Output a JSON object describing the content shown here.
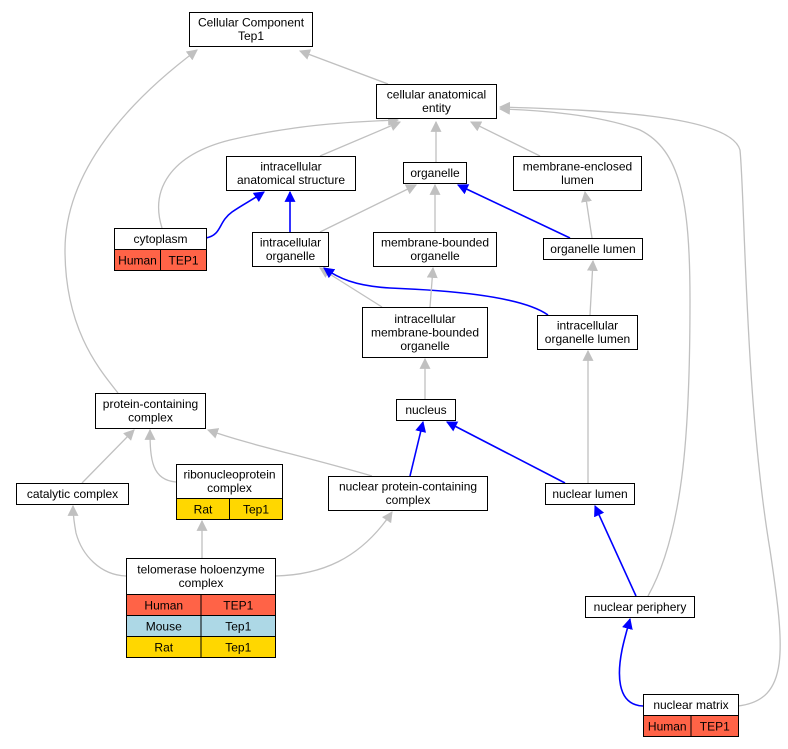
{
  "colors": {
    "human": "#ff6347",
    "mouse": "#add8e6",
    "rat": "#ffd700",
    "edge_gray": "#c0c0c0",
    "edge_blue": "#0000ff"
  },
  "nodes": {
    "cellular_component": {
      "lines": [
        "Cellular Component",
        "Tep1"
      ]
    },
    "cellular_anatomical_entity": {
      "lines": [
        "cellular anatomical",
        "entity"
      ]
    },
    "intracellular_anatomical_structure": {
      "lines": [
        "intracellular",
        "anatomical structure"
      ]
    },
    "organelle": {
      "lines": [
        "organelle"
      ]
    },
    "membrane_enclosed_lumen": {
      "lines": [
        "membrane-enclosed",
        "lumen"
      ]
    },
    "cytoplasm": {
      "lines": [
        "cytoplasm"
      ],
      "rows": [
        {
          "species": "human",
          "cells": [
            "Human",
            "TEP1"
          ]
        }
      ]
    },
    "intracellular_organelle": {
      "lines": [
        "intracellular",
        "organelle"
      ]
    },
    "membrane_bounded_organelle": {
      "lines": [
        "membrane-bounded",
        "organelle"
      ]
    },
    "organelle_lumen": {
      "lines": [
        "organelle lumen"
      ]
    },
    "intracellular_membrane_bounded_organelle": {
      "lines": [
        "intracellular",
        "membrane-bounded",
        "organelle"
      ]
    },
    "intracellular_organelle_lumen": {
      "lines": [
        "intracellular",
        "organelle lumen"
      ]
    },
    "protein_containing_complex": {
      "lines": [
        "protein-containing",
        "complex"
      ]
    },
    "nucleus": {
      "lines": [
        "nucleus"
      ]
    },
    "catalytic_complex": {
      "lines": [
        "catalytic complex"
      ]
    },
    "ribonucleoprotein_complex": {
      "lines": [
        "ribonucleoprotein",
        "complex"
      ],
      "rows": [
        {
          "species": "rat",
          "cells": [
            "Rat",
            "Tep1"
          ]
        }
      ]
    },
    "nuclear_protein_containing_complex": {
      "lines": [
        "nuclear protein-containing",
        "complex"
      ]
    },
    "nuclear_lumen": {
      "lines": [
        "nuclear lumen"
      ]
    },
    "telomerase_holoenzyme_complex": {
      "lines": [
        "telomerase holoenzyme",
        "complex"
      ],
      "rows": [
        {
          "species": "human",
          "cells": [
            "Human",
            "TEP1"
          ]
        },
        {
          "species": "mouse",
          "cells": [
            "Mouse",
            "Tep1"
          ]
        },
        {
          "species": "rat",
          "cells": [
            "Rat",
            "Tep1"
          ]
        }
      ]
    },
    "nuclear_periphery": {
      "lines": [
        "nuclear periphery"
      ]
    },
    "nuclear_matrix": {
      "lines": [
        "nuclear matrix"
      ],
      "rows": [
        {
          "species": "human",
          "cells": [
            "Human",
            "TEP1"
          ]
        }
      ]
    }
  },
  "edges": [
    {
      "from": "cellular_anatomical_entity",
      "to": "cellular_component",
      "color": "gray"
    },
    {
      "from": "protein_containing_complex",
      "to": "cellular_component",
      "color": "gray"
    },
    {
      "from": "intracellular_anatomical_structure",
      "to": "cellular_anatomical_entity",
      "color": "gray"
    },
    {
      "from": "organelle",
      "to": "cellular_anatomical_entity",
      "color": "gray"
    },
    {
      "from": "membrane_enclosed_lumen",
      "to": "cellular_anatomical_entity",
      "color": "gray"
    },
    {
      "from": "cytoplasm",
      "to": "cellular_anatomical_entity",
      "color": "gray"
    },
    {
      "from": "nuclear_periphery",
      "to": "cellular_anatomical_entity",
      "color": "gray"
    },
    {
      "from": "nuclear_matrix",
      "to": "cellular_anatomical_entity",
      "color": "gray"
    },
    {
      "from": "cytoplasm",
      "to": "intracellular_anatomical_structure",
      "color": "blue"
    },
    {
      "from": "intracellular_organelle",
      "to": "intracellular_anatomical_structure",
      "color": "blue"
    },
    {
      "from": "intracellular_organelle",
      "to": "organelle",
      "color": "gray"
    },
    {
      "from": "membrane_bounded_organelle",
      "to": "organelle",
      "color": "gray"
    },
    {
      "from": "organelle_lumen",
      "to": "organelle",
      "color": "blue"
    },
    {
      "from": "organelle_lumen",
      "to": "membrane_enclosed_lumen",
      "color": "gray"
    },
    {
      "from": "intracellular_membrane_bounded_organelle",
      "to": "intracellular_organelle",
      "color": "gray"
    },
    {
      "from": "intracellular_organelle_lumen",
      "to": "intracellular_organelle",
      "color": "blue"
    },
    {
      "from": "intracellular_membrane_bounded_organelle",
      "to": "membrane_bounded_organelle",
      "color": "gray"
    },
    {
      "from": "intracellular_organelle_lumen",
      "to": "organelle_lumen",
      "color": "gray"
    },
    {
      "from": "nucleus",
      "to": "intracellular_membrane_bounded_organelle",
      "color": "gray"
    },
    {
      "from": "nuclear_lumen",
      "to": "intracellular_organelle_lumen",
      "color": "gray"
    },
    {
      "from": "catalytic_complex",
      "to": "protein_containing_complex",
      "color": "gray"
    },
    {
      "from": "ribonucleoprotein_complex",
      "to": "protein_containing_complex",
      "color": "gray"
    },
    {
      "from": "nuclear_protein_containing_complex",
      "to": "protein_containing_complex",
      "color": "gray"
    },
    {
      "from": "nuclear_protein_containing_complex",
      "to": "nucleus",
      "color": "blue"
    },
    {
      "from": "nuclear_lumen",
      "to": "nucleus",
      "color": "blue"
    },
    {
      "from": "telomerase_holoenzyme_complex",
      "to": "catalytic_complex",
      "color": "gray"
    },
    {
      "from": "telomerase_holoenzyme_complex",
      "to": "ribonucleoprotein_complex",
      "color": "gray"
    },
    {
      "from": "telomerase_holoenzyme_complex",
      "to": "nuclear_protein_containing_complex",
      "color": "gray"
    },
    {
      "from": "nuclear_periphery",
      "to": "nuclear_lumen",
      "color": "blue"
    },
    {
      "from": "nuclear_matrix",
      "to": "nuclear_periphery",
      "color": "blue"
    }
  ]
}
